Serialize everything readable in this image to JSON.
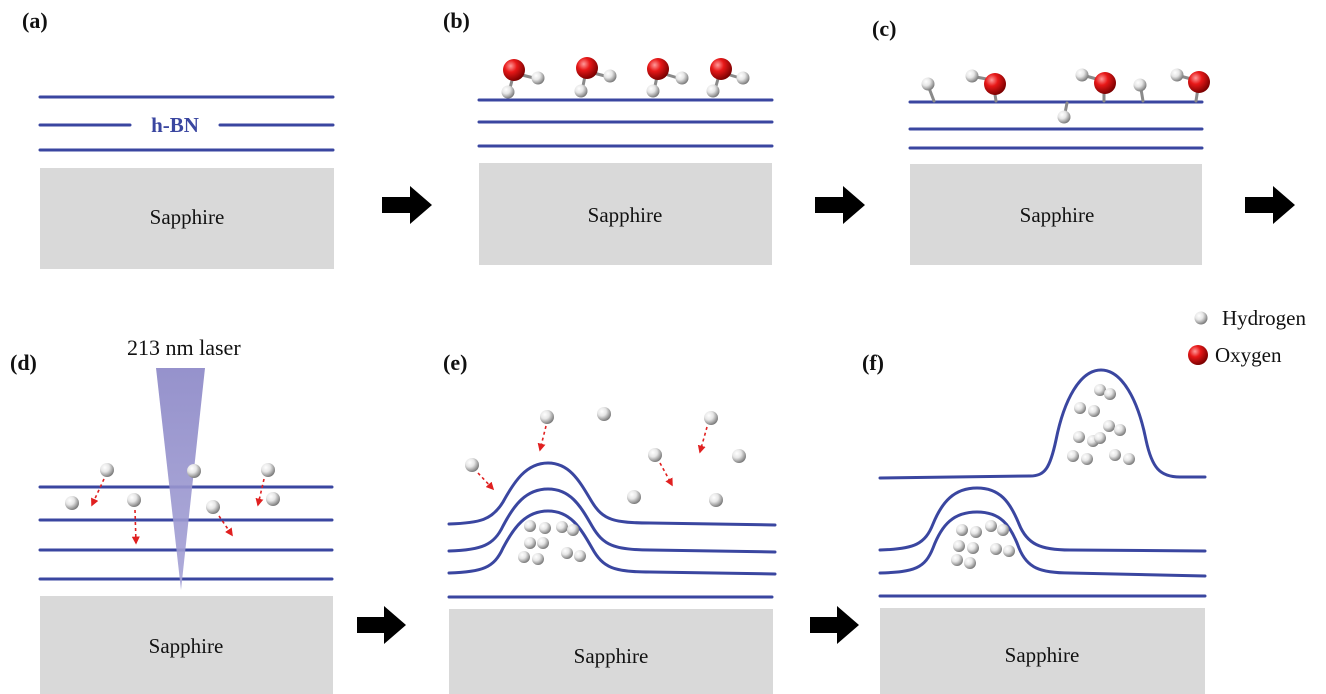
{
  "panels": {
    "a": {
      "label": "(a)",
      "substrate": "Sapphire",
      "layer_label": "h-BN"
    },
    "b": {
      "label": "(b)",
      "substrate": "Sapphire"
    },
    "c": {
      "label": "(c)",
      "substrate": "Sapphire"
    },
    "d": {
      "label": "(d)",
      "substrate": "Sapphire",
      "laser_label": "213 nm laser"
    },
    "e": {
      "label": "(e)",
      "substrate": "Sapphire"
    },
    "f": {
      "label": "(f)",
      "substrate": "Sapphire"
    }
  },
  "legend": {
    "hydrogen": "Hydrogen",
    "oxygen": "Oxygen"
  },
  "colors": {
    "hbn_layer": "#3a46a0",
    "substrate": "#d9d9d9",
    "oxygen": "#e01818",
    "hydrogen": "#dcdcdc",
    "laser": "#8c88c8",
    "diffusion_arrow": "#e02020",
    "step_arrow": "#000000"
  },
  "icons": {
    "step_arrow": "right-arrow-icon",
    "hydrogen_atom": "hydrogen-atom-icon",
    "oxygen_atom": "oxygen-atom-icon"
  }
}
